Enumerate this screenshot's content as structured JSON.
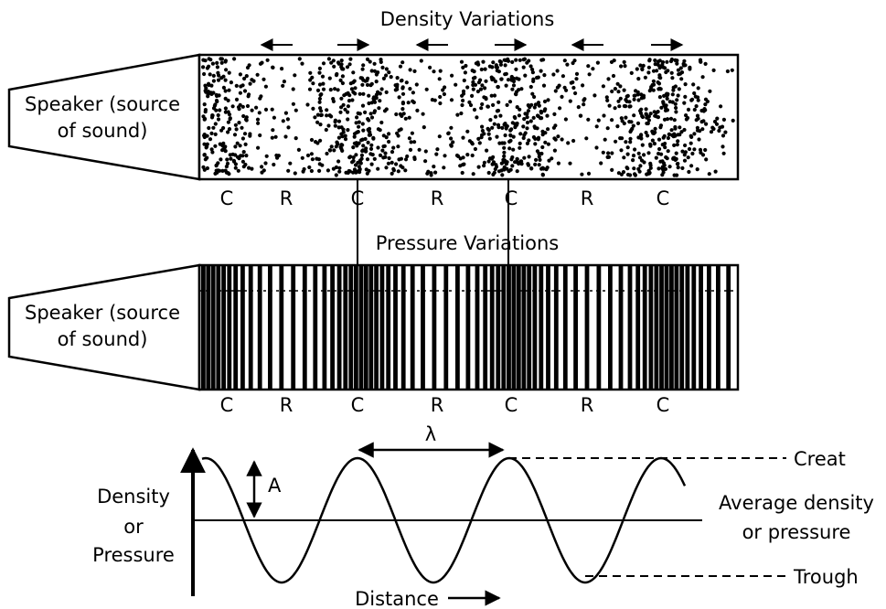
{
  "density_panel": {
    "title": "Density Variations",
    "speaker_label_line1": "Speaker (source",
    "speaker_label_line2": "of sound)",
    "zone_labels": [
      "C",
      "R",
      "C",
      "R",
      "C",
      "R",
      "C"
    ],
    "arrows": [
      "left",
      "right",
      "left",
      "right",
      "left",
      "right"
    ]
  },
  "pressure_panel": {
    "title": "Pressure Variations",
    "speaker_label_line1": "Speaker (source",
    "speaker_label_line2": "of sound)",
    "zone_labels": [
      "C",
      "R",
      "C",
      "R",
      "C",
      "R",
      "C"
    ]
  },
  "wave_graph": {
    "y_label_line1": "Density",
    "y_label_line2": "or",
    "y_label_line3": "Pressure",
    "x_label": "Distance",
    "amplitude_label": "A",
    "wavelength_label": "λ",
    "crest_label": "Creat",
    "trough_label": "Trough",
    "average_label_line1": "Average density",
    "average_label_line2": "or pressure"
  },
  "colors": {
    "ink": "#000000",
    "background": "#ffffff"
  }
}
